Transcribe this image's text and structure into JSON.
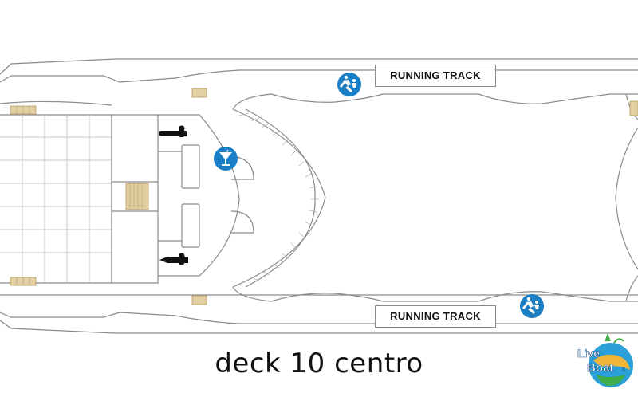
{
  "map": {
    "caption": "deck 10 centro",
    "labels": {
      "running_track_top": "RUNNING TRACK",
      "running_track_bottom": "RUNNING TRACK"
    },
    "icons": [
      "running-icon",
      "cocktail-bar-icon",
      "restroom-man-icon",
      "restroom-woman-icon"
    ],
    "colors": {
      "icon_blue": "#1a7fc4",
      "stair_wood": "#e2cfa2",
      "outline": "#8a8a8a"
    }
  },
  "logo": {
    "text": "Live Boat.it"
  }
}
